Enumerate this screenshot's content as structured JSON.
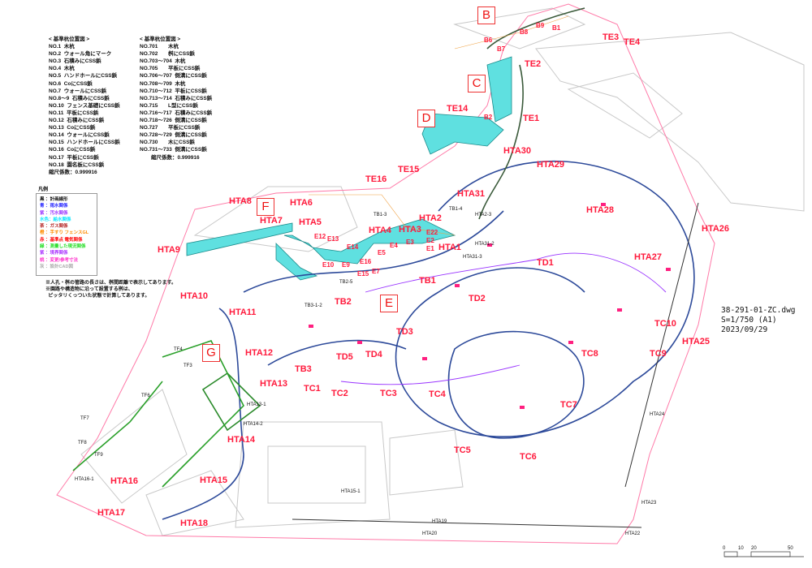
{
  "ref_left": {
    "heading": "< 基準杭位置図 >",
    "items": [
      "NO.1  木杭",
      "NO.2  ウォール角にマーク",
      "NO.3  石積みにCSS鋲",
      "NO.4  木杭",
      "NO.5  ハンドホールにCSS鋲",
      "NO.6  CoにCSS鋲",
      "NO.7  ウォールにCSS鋲",
      "NO.8～9  石積みにCSS鋲",
      "NO.10  フェンス基礎にCSS鋲",
      "NO.11  平板にCSS鋲",
      "NO.12  石積みにCSS鋲",
      "NO.13  CoにCSS鋲",
      "NO.14  ウォールにCSS鋲",
      "NO.15  ハンドホールにCSS鋲",
      "NO.16  CoにCSS鋲",
      "NO.17  平板にCSS鋲",
      "NO.18  園名板にCSS鋲"
    ],
    "scale_factor": "縮尺係数：0.999916"
  },
  "ref_right": {
    "heading": "< 基準杭位置図 >",
    "items": [
      "NO.701       木杭",
      "NO.702       桝にCSS鋲",
      "NO.703～704  木杭",
      "NO.705       平板にCSS鋲",
      "NO.706～707  側溝にCSS鋲",
      "NO.708～709  木杭",
      "NO.710～712  平板にCSS鋲",
      "NO.713～714  石積みにCSS鋲",
      "NO.715       L型にCSS鋲",
      "NO.716～717  石積みにCSS鋲",
      "NO.718～726  側溝にCSS鋲",
      "NO.727       平板にCSS鋲",
      "NO.728～729  側溝にCSS鋲",
      "NO.730       木にCSS鋲",
      "NO.731～733  側溝にCSS鋲"
    ],
    "scale_factor": "縮尺係数：0.999916"
  },
  "legend": {
    "title": "凡例",
    "items": [
      {
        "text": "黒 ：計画線形",
        "color": "#111111"
      },
      {
        "text": "青 ：雨水関係",
        "color": "#1a1aff"
      },
      {
        "text": "紫 ：汚水関係",
        "color": "#9933ff"
      },
      {
        "text": "水色：給水関係",
        "color": "#00e5ff"
      },
      {
        "text": "茶 ：ガス関係",
        "color": "#b22222"
      },
      {
        "text": "橙 ：手すり フェンスGL",
        "color": "#ff8c00"
      },
      {
        "text": "赤 ：基準点  電気関係",
        "color": "#ff0000"
      },
      {
        "text": "緑 ：測量した現況関係",
        "color": "#22dd22"
      },
      {
        "text": "紫 ：境界関係",
        "color": "#aa33ff"
      },
      {
        "text": "桃 ：変更/参考寸法",
        "color": "#ff33cc"
      },
      {
        "text": "灰 ：設計CAD図",
        "color": "#aaaaaa"
      }
    ]
  },
  "notes": [
    "※人孔・桝の管路の長さは、桝間距離で表示してあります。",
    "※園路や構造物に沿って設置する桝は、",
    "  ピッタリくっついた状態で計算してあります。"
  ],
  "title_block": {
    "file": "38-291-01-ZC.dwg",
    "scale": "S=1/750 (A1)",
    "date": "2023/09/29"
  },
  "scale_bar": [
    "0",
    "10",
    "20",
    "50"
  ],
  "area_labels": [
    "B",
    "C",
    "D",
    "E",
    "F",
    "G"
  ],
  "red_labels": [
    "TE3",
    "TE4",
    "TE2",
    "TE1",
    "TE14",
    "TE15",
    "TE16",
    "HTA30",
    "HTA29",
    "HTA31",
    "HTA28",
    "HTA26",
    "HTA27",
    "HTA25",
    "HTA8",
    "HTA6",
    "HTA7",
    "HTA5",
    "HTA9",
    "HTA2",
    "HTA1",
    "HTA10",
    "HTA11",
    "HTA12",
    "HTA13",
    "HTA14",
    "HTA15",
    "HTA16",
    "HTA17",
    "HTA18",
    "TD1",
    "TD2",
    "TD3",
    "TD4",
    "TD5",
    "TB1",
    "TB2",
    "TB3",
    "TC1",
    "TC2",
    "TC3",
    "TC4",
    "TC5",
    "TC6",
    "TC7",
    "TC8",
    "TC9",
    "TC10",
    "HTA4",
    "HTA3",
    "E12",
    "E13",
    "E14",
    "E10",
    "E9",
    "E16",
    "E15",
    "E7",
    "E5",
    "E4",
    "E3",
    "E2",
    "E1",
    "E22",
    "B1",
    "B2",
    "B6",
    "B7",
    "B8",
    "B9"
  ],
  "black_labels": [
    "TF4",
    "TF3",
    "TF6",
    "TF7",
    "TF8",
    "TF9",
    "HTA19",
    "HTA20",
    "HTA22",
    "HTA23",
    "HTA24",
    "HTA13-1",
    "HTA14-2",
    "HTA15-1",
    "HTA16-1",
    "TB3-1-2",
    "TB2-5",
    "TB1-4",
    "TB1-3",
    "HTA2-3",
    "HTA31-2",
    "HTA31-3"
  ]
}
